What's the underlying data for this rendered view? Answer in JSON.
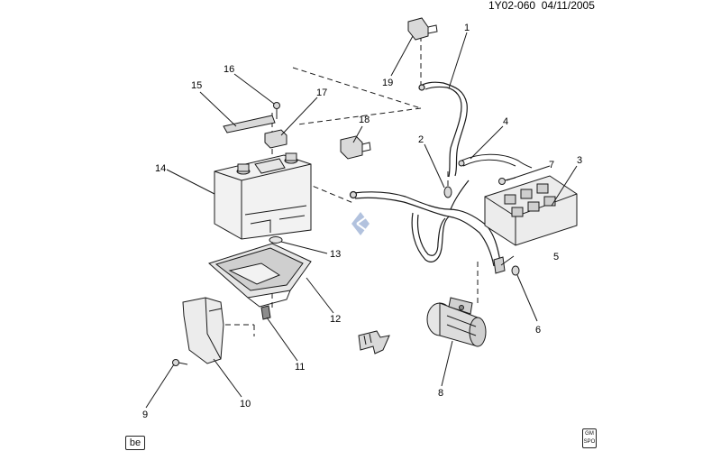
{
  "header": {
    "ref_code": "1Y02-060",
    "date": "04/11/2005"
  },
  "callouts": {
    "c1": "1",
    "c2": "2",
    "c3": "3",
    "c4": "4",
    "c5": "5",
    "c6": "6",
    "c7": "7",
    "c8": "8",
    "c9": "9",
    "c10": "10",
    "c11": "11",
    "c12": "12",
    "c13": "13",
    "c14": "14",
    "c15": "15",
    "c16": "16",
    "c17": "17",
    "c18": "18",
    "c19": "19"
  },
  "footer": {
    "left_badge": "be",
    "right_badge_top": "GM",
    "right_badge_bottom": "SPO"
  },
  "colors": {
    "line": "#1a1a1a",
    "fill_light": "#f2f2f2",
    "fill_mid": "#d9d9d9",
    "fill_dark": "#8c8c8c",
    "watermark": "#9fb4d6"
  }
}
